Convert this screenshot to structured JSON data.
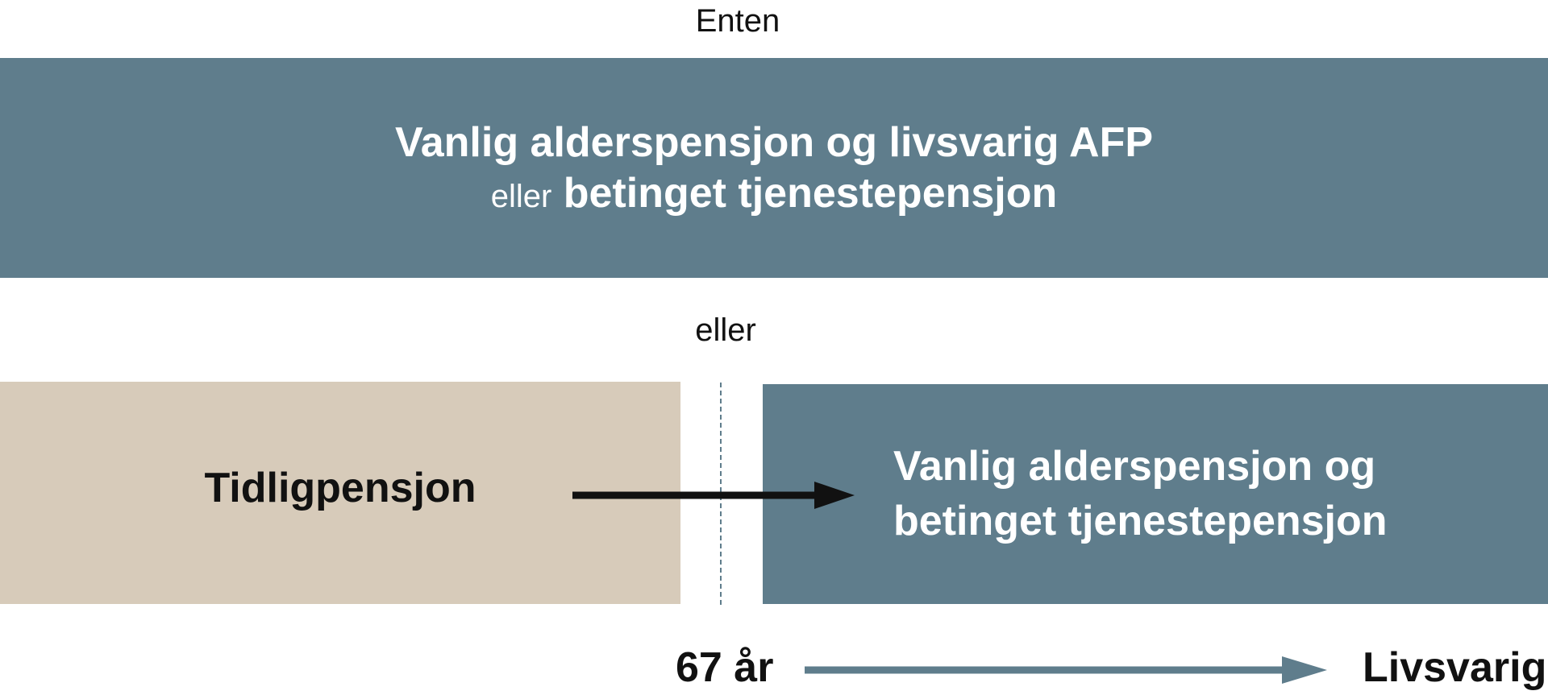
{
  "labels": {
    "top": "Enten",
    "middle": "eller"
  },
  "option_a": {
    "line1": "Vanlig alderspensjon og livsvarig AFP",
    "line2_connector": "eller",
    "line2_main": "betinget tjenestepensjon"
  },
  "option_b": {
    "early_label": "Tidligpensjon",
    "later_line1": "Vanlig alderspensjon og",
    "later_line2": "betinget tjenestepensjon"
  },
  "timeline": {
    "start_label": "67 år",
    "end_label": "Livsvarig"
  },
  "colors": {
    "slate": "#5f7d8c",
    "sand": "#d7cbba",
    "arrow_black": "#111111"
  },
  "icons": {
    "transition_arrow": "arrow-right-icon",
    "timeline_arrow": "arrow-right-icon"
  }
}
